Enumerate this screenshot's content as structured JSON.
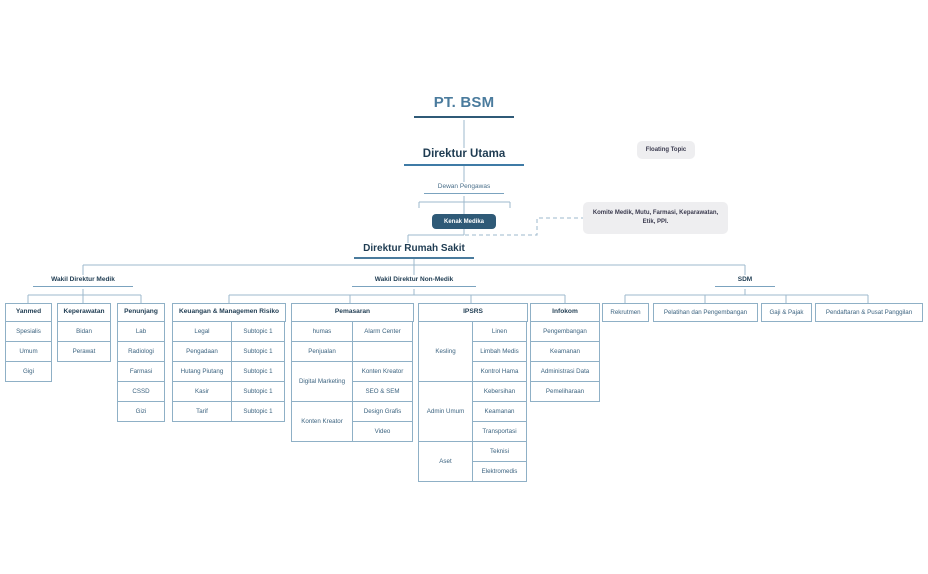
{
  "chart": {
    "type": "org-chart",
    "root": "PT. BSM",
    "floating_topic": "Floating Topic",
    "committee_note": "Komite Medik, Mutu, Farmasi, Keparawatan, Etik, PPI.",
    "levels": {
      "l1": "PT. BSM",
      "l2": "Direktur Utama",
      "l3": "Dewan Pengawas",
      "l4": "Kenak Medika",
      "l5": "Direktur Rumah Sakit"
    },
    "branches": [
      {
        "label": "Wakil Direktur Medik"
      },
      {
        "label": "Wakil Direktur Non-Medik"
      },
      {
        "label": "SDM"
      }
    ]
  },
  "colors": {
    "title_blue": "#4a7b9d",
    "dark_navy": "#2f5a77",
    "border_blue": "#8fb0c6",
    "text_blue": "#3d6480",
    "pill_grey": "#eeeef0",
    "background": "#ffffff"
  },
  "medik": {
    "columns": [
      {
        "head": "Yanmed",
        "items": [
          "Spesialis",
          "Umum",
          "Gigi"
        ]
      },
      {
        "head": "Keperawatan",
        "items": [
          "Bidan",
          "Perawat"
        ]
      },
      {
        "head": "Penunjang",
        "items": [
          "Lab",
          "Radiologi",
          "Farmasi",
          "CSSD",
          "Gizi"
        ]
      }
    ]
  },
  "nonmedik": {
    "keuangan": {
      "head": "Keuangan & Managemen Risiko",
      "rows": [
        {
          "label": "Legal",
          "sub": "Subtopic 1"
        },
        {
          "label": "Pengadaan",
          "sub": "Subtopic 1"
        },
        {
          "label": "Hutang Piutang",
          "sub": "Subtopic 1"
        },
        {
          "label": "Kasir",
          "sub": "Subtopic 1"
        },
        {
          "label": "Tarif",
          "sub": "Subtopic 1"
        }
      ]
    },
    "pemasaran": {
      "head": "Pemasaran",
      "groups": [
        {
          "label": "humas",
          "children": [
            "Alarm Center"
          ]
        },
        {
          "label": "Penjualan",
          "children": [
            ""
          ]
        },
        {
          "label": "Digital Marketing",
          "children": [
            "Konten Kreator",
            "SEO & SEM"
          ]
        },
        {
          "label": "Konten Kreator",
          "children": [
            "Design Grafis",
            "Video"
          ]
        }
      ]
    },
    "ipsrs": {
      "head": "IPSRS",
      "groups": [
        {
          "label": "Kesling",
          "children": [
            "Linen",
            "Limbah Medis",
            "Kontrol Hama"
          ]
        },
        {
          "label": "Admin Umum",
          "children": [
            "Kebersihan",
            "Keamanan",
            "Transportasi"
          ]
        },
        {
          "label": "Aset",
          "children": [
            "Teknisi",
            "Elektromedis"
          ]
        }
      ]
    },
    "infokom": {
      "head": "Infokom",
      "items": [
        "Pengembangan",
        "Keamanan",
        "Administrasi Data",
        "Pemeliharaan"
      ]
    }
  },
  "sdm": {
    "head": "SDM",
    "items": [
      "Rekrutmen",
      "Pelatihan dan Pengembangan",
      "Gaji & Pajak",
      "Pendaftaran & Pusat Panggilan"
    ]
  }
}
